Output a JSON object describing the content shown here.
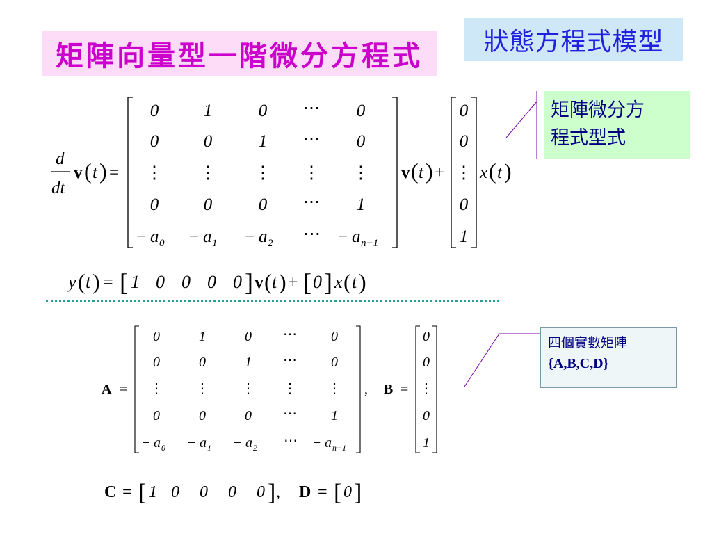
{
  "title": "矩陣向量型一階微分方程式",
  "badge": "狀態方程式模型",
  "notes": {
    "green": [
      "矩陣微分方",
      "程式型式"
    ],
    "blue": [
      "四個實數矩陣",
      "{A,B,C,D}"
    ]
  },
  "state_eq": {
    "matrix": [
      [
        "0",
        "1",
        "0",
        "⋯",
        "0"
      ],
      [
        "0",
        "0",
        "1",
        "⋯",
        "0"
      ],
      [
        "⋮",
        "⋮",
        "⋮",
        "⋮",
        "⋮"
      ],
      [
        "0",
        "0",
        "0",
        "⋯",
        "1"
      ]
    ],
    "input_vector": [
      "0",
      "0",
      "⋮",
      "0",
      "1"
    ]
  },
  "output_eq": {
    "c_row": [
      "1",
      "0",
      "0",
      "0",
      "0"
    ],
    "d": "0"
  },
  "A_matrix": [
    [
      "0",
      "1",
      "0",
      "⋯",
      "0"
    ],
    [
      "0",
      "0",
      "1",
      "⋯",
      "0"
    ],
    [
      "⋮",
      "⋮",
      "⋮",
      "⋮",
      "⋮"
    ],
    [
      "0",
      "0",
      "0",
      "⋯",
      "1"
    ]
  ],
  "B_vector": [
    "0",
    "0",
    "⋮",
    "0",
    "1"
  ],
  "C_row": [
    "1",
    "0",
    "0",
    "0",
    "0"
  ],
  "D_value": "0"
}
